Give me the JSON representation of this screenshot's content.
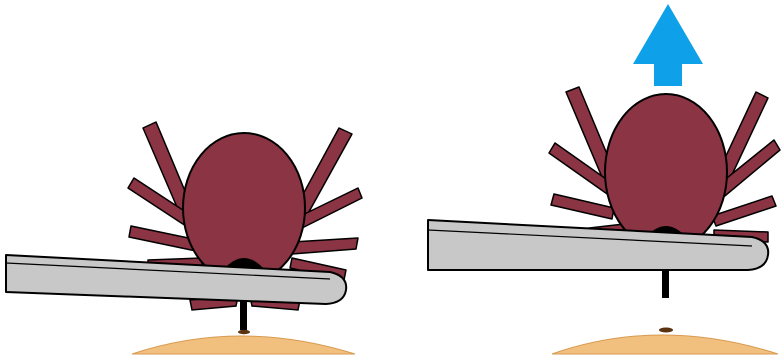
{
  "colors": {
    "background": "#ffffff",
    "tick_body": "#8b3444",
    "outline": "#000000",
    "skin": "#f2c07e",
    "tweezers": "#c8c8c8",
    "arrow": "#0ea0e8"
  },
  "panels": [
    {
      "id": "grip",
      "elements": [
        "tick",
        "tweezers",
        "skin",
        "mouthparts-in-skin"
      ]
    },
    {
      "id": "pull",
      "elements": [
        "tick",
        "tweezers",
        "skin",
        "mouthparts-removed",
        "up-arrow"
      ]
    }
  ],
  "icons": {
    "arrow": "arrow-up-icon"
  }
}
